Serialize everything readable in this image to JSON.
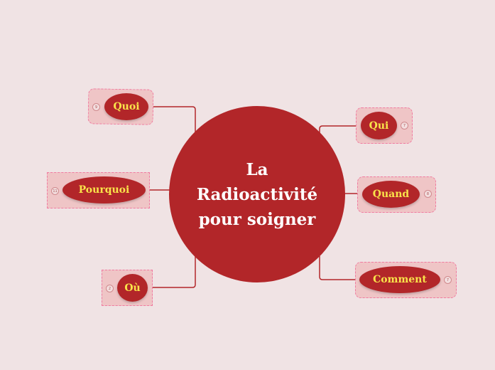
{
  "central_topic": {
    "lines": [
      "La",
      "Radioactivité",
      "pour soigner"
    ]
  },
  "topics": [
    {
      "label": "Quoi",
      "count": "9"
    },
    {
      "label": "Pourquoi",
      "count": "11"
    },
    {
      "label": "Où",
      "count": "2"
    },
    {
      "label": "Qui",
      "count": "7"
    },
    {
      "label": "Quand",
      "count": "8"
    },
    {
      "label": "Comment",
      "count": "7"
    }
  ],
  "colors": {
    "background": "#f0e3e4",
    "node": "#b22629",
    "node_text": "#f9e34a",
    "boundary": "#efc5c6",
    "boundary_border": "#f07aa0"
  }
}
